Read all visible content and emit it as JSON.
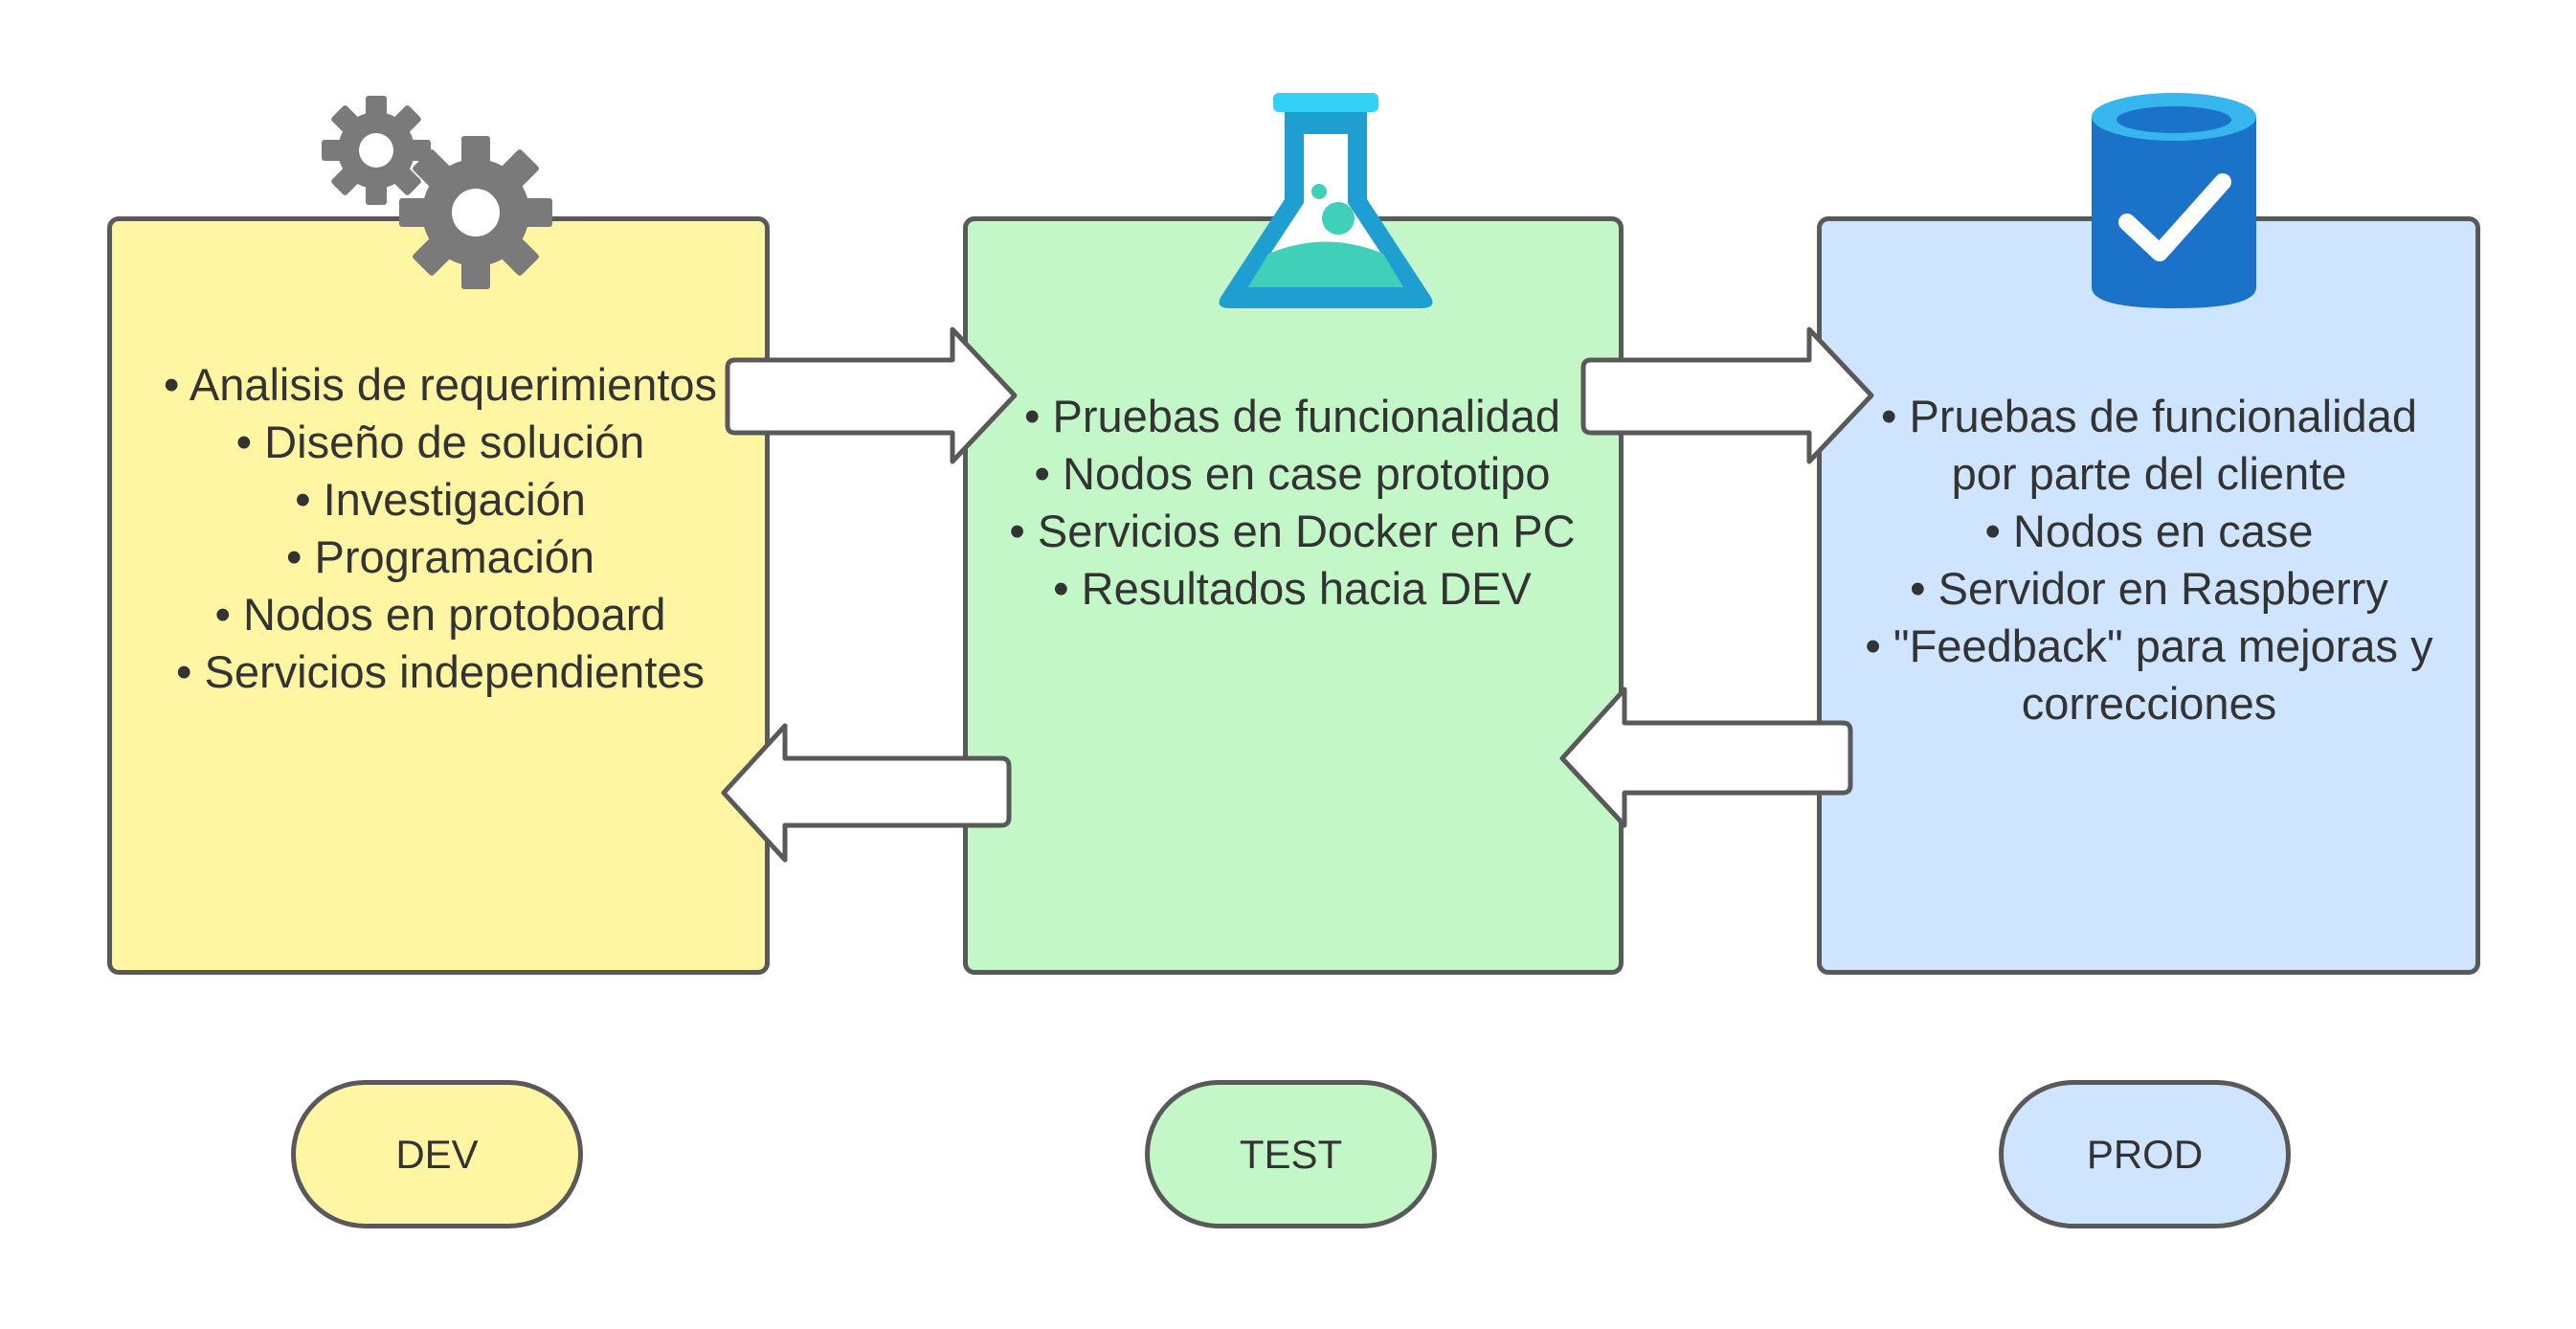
{
  "stages": [
    {
      "id": "dev",
      "label": "DEV",
      "fill": "#fff5a3",
      "icon": "gears-icon",
      "items": [
        "• Analisis de requerimientos",
        "• Diseño de solución",
        "• Investigación",
        "• Programación",
        "• Nodos en protoboard",
        "• Servicios independientes"
      ]
    },
    {
      "id": "test",
      "label": "TEST",
      "fill": "#c3f7c8",
      "icon": "lab-flask-icon",
      "items": [
        "• Pruebas de funcionalidad",
        "• Nodos en case prototipo",
        "• Servicios en Docker en PC",
        "• Resultados hacia DEV"
      ]
    },
    {
      "id": "prod",
      "label": "PROD",
      "fill": "#cfe4ff",
      "icon": "database-check-icon",
      "items": [
        "• Pruebas de funcionalidad por parte del cliente",
        "• Nodos en case",
        "• Servidor en Raspberry",
        "• \"Feedback\" para mejoras y correcciones"
      ]
    }
  ],
  "colors": {
    "border": "#595959",
    "text": "#333333",
    "arrow_fill": "#ffffff",
    "gear": "#7a7a7a",
    "flask_top": "#33d1f5",
    "flask_body": "#1f9fd1",
    "flask_liquid": "#40cfb8",
    "db_body": "#1a73c9",
    "db_top": "#37b6ee"
  },
  "connections": [
    {
      "from": "dev",
      "to": "test",
      "direction": "right"
    },
    {
      "from": "test",
      "to": "prod",
      "direction": "right"
    },
    {
      "from": "prod",
      "to": "test",
      "direction": "left"
    },
    {
      "from": "test",
      "to": "dev",
      "direction": "left"
    }
  ]
}
